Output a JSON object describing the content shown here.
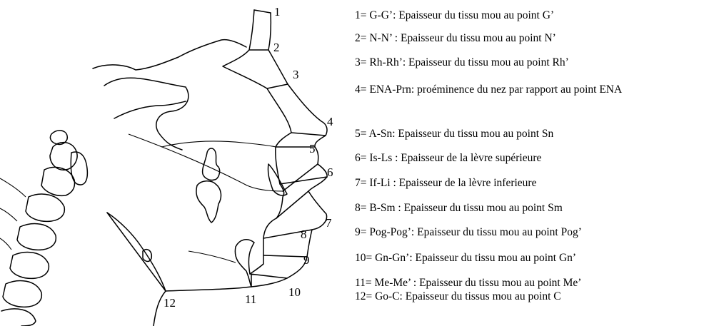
{
  "diagram_labels": [
    "1",
    "2",
    "3",
    "4",
    "5",
    "6",
    "7",
    "8",
    "9",
    "10",
    "11",
    "12"
  ],
  "legend": [
    {
      "text": "1= G-G’: Epaisseur du tissu mou au point G’"
    },
    {
      "text": "2= N-N’ : Epaisseur du tissu mou au point N’"
    },
    {
      "text": "3= Rh-Rh’: Epaisseur du tissu mou au point Rh’"
    },
    {
      "text": "4= ENA-Prn: proéminence du nez par rapport au point ENA"
    },
    {
      "text": "5= A-Sn: Epaisseur du tissu mou au point Sn"
    },
    {
      "text": "6= Is-Ls : Epaisseur de la lèvre  supérieure"
    },
    {
      "text": "7= If-Li : Epaisseur de la lèvre  inferieure"
    },
    {
      "text": "8= B-Sm : Epaisseur du tissu mou au point Sm"
    },
    {
      "text": "9= Pog-Pog’: Epaisseur du tissu mou au point Pog’"
    },
    {
      "text": "10= Gn-Gn’: Epaisseur du tissu mou au point Gn’"
    },
    {
      "text": "11= Me-Me’ : Epaisseur du tissu mou au point Me’"
    },
    {
      "text": "12= Go-C:  Epaisseur du tissus mou au point C"
    }
  ]
}
